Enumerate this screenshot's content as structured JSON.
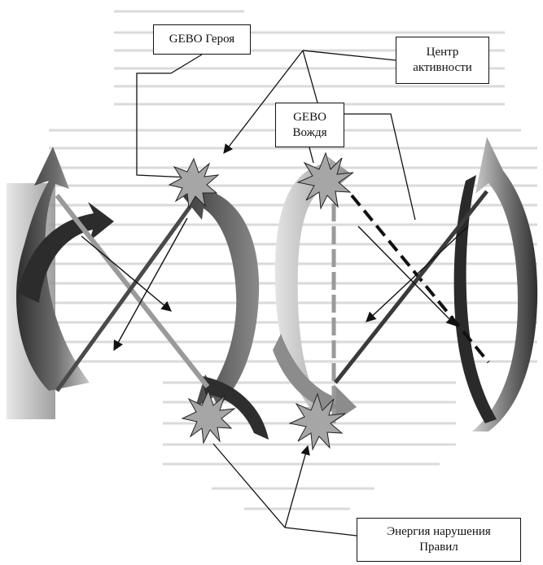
{
  "labels": {
    "gebo_hero": "GEBO Героя",
    "activity_center": "Центр\nактивности",
    "gebo_leader": "GEBO\nВождя",
    "energy_violation": "Энергия нарушения\nПравил"
  },
  "colors": {
    "arrow_dark": "#3a3a3a",
    "arrow_mid": "#8a8a8a",
    "arrow_light": "#c8c8c8",
    "star_fill": "#a6a6a6",
    "diagonal_gray": "#9a9a9a",
    "line": "#111111",
    "page_text_tint": "#d4d4d4"
  }
}
